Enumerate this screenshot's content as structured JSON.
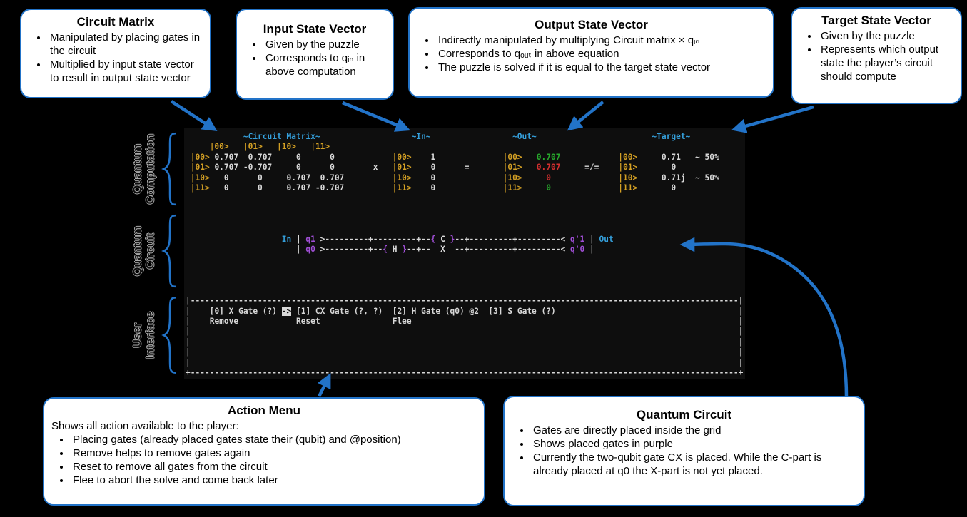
{
  "colors": {
    "accent_blue": "#2273c8",
    "terminal_header_blue": "#35a0dc",
    "ket_gold": "#d4a024",
    "value_white": "#d8d8d8",
    "ok_green": "#27a82c",
    "wrong_red": "#d22f2f",
    "gate_purple": "#a04fd6"
  },
  "callouts": {
    "circuit_matrix": {
      "title": "Circuit Matrix",
      "bullets": [
        "Manipulated by placing gates in the circuit",
        "Multiplied by input state vector to result in output state vector"
      ]
    },
    "input_state": {
      "title": "Input State Vector",
      "bullets": [
        "Given by the puzzle",
        "Corresponds to qᵢₙ in above computation"
      ]
    },
    "output_state": {
      "title": "Output State Vector",
      "bullets": [
        "Indirectly manipulated by multiplying Circuit matrix × qᵢₙ",
        "Corresponds to qₒᵤₜ in above equation",
        "The puzzle is solved if it is equal to the target state vector"
      ]
    },
    "target_state": {
      "title": "Target State Vector",
      "bullets": [
        "Given by the puzzle",
        "Represents which output state the player’s circuit should compute"
      ]
    },
    "action_menu": {
      "title": "Action Menu",
      "intro": "Shows all action available to the player:",
      "bullets": [
        "Placing gates (already placed gates state their (qubit) and @position)",
        "Remove helps to remove gates again",
        "Reset to remove all gates from the circuit",
        "Flee to abort the solve and come back later"
      ]
    },
    "quantum_circuit": {
      "title": "Quantum Circuit",
      "bullets": [
        "Gates are directly placed inside the grid",
        "Shows placed gates in purple",
        "Currently the two-qubit gate CX is placed. While the C-part is already placed at q0 the X-part is not yet placed."
      ]
    }
  },
  "section_labels": {
    "computation": {
      "line1": "Quantum",
      "line2": "Computation"
    },
    "circuit": {
      "line1": "Quantum",
      "line2": "Circuit"
    },
    "interface": {
      "line1": "User",
      "line2": "Interface"
    }
  },
  "terminal": {
    "lines": [
      [
        [
          "w",
          " ",
          12
        ],
        [
          "b",
          "~Circuit Matrix~"
        ],
        [
          "w",
          " ",
          19
        ],
        [
          "b",
          "~In~"
        ],
        [
          "w",
          " ",
          17
        ],
        [
          "b",
          "~Out~"
        ],
        [
          "w",
          " ",
          24
        ],
        [
          "b",
          "~Target~"
        ]
      ],
      [
        [
          "w",
          " ",
          5
        ],
        [
          "g",
          "|00>"
        ],
        [
          "w",
          "   "
        ],
        [
          "g",
          "|01>"
        ],
        [
          "w",
          "   "
        ],
        [
          "g",
          "|10>"
        ],
        [
          "w",
          "   "
        ],
        [
          "g",
          "|11>"
        ]
      ],
      [
        [
          "w",
          " "
        ],
        [
          "g",
          "|00>"
        ],
        [
          "w",
          " 0.707  0.707     0      0"
        ],
        [
          "w",
          " ",
          12
        ],
        [
          "g",
          "|00>"
        ],
        [
          "w",
          "    1"
        ],
        [
          "w",
          " ",
          14
        ],
        [
          "g",
          "|00>"
        ],
        [
          "G",
          "   0.707"
        ],
        [
          "w",
          " ",
          12
        ],
        [
          "g",
          "|00>"
        ],
        [
          "w",
          "     0.71   ~ 50%"
        ]
      ],
      [
        [
          "w",
          " "
        ],
        [
          "g",
          "|01>"
        ],
        [
          "w",
          " 0.707 -0.707     0      0"
        ],
        [
          "w",
          "        x"
        ],
        [
          "w",
          "   "
        ],
        [
          "g",
          "|01>"
        ],
        [
          "w",
          "    0"
        ],
        [
          "w",
          " ",
          6
        ],
        [
          "w",
          "="
        ],
        [
          "w",
          " ",
          7
        ],
        [
          "g",
          "|01>"
        ],
        [
          "r",
          "   0.707"
        ],
        [
          "w",
          " ",
          5
        ],
        [
          "w",
          "=/="
        ],
        [
          "w",
          "    "
        ],
        [
          "g",
          "|01>"
        ],
        [
          "w",
          "       0"
        ]
      ],
      [
        [
          "w",
          " "
        ],
        [
          "g",
          "|10>"
        ],
        [
          "w",
          "   0      0     0.707  0.707"
        ],
        [
          "w",
          " ",
          10
        ],
        [
          "g",
          "|10>"
        ],
        [
          "w",
          "    0"
        ],
        [
          "w",
          " ",
          14
        ],
        [
          "g",
          "|10>"
        ],
        [
          "r",
          "     0"
        ],
        [
          "w",
          " ",
          14
        ],
        [
          "g",
          "|10>"
        ],
        [
          "w",
          "     0.71j  ~ 50%"
        ]
      ],
      [
        [
          "w",
          " "
        ],
        [
          "g",
          "|11>"
        ],
        [
          "w",
          "   0      0     0.707 -0.707"
        ],
        [
          "w",
          " ",
          10
        ],
        [
          "g",
          "|11>"
        ],
        [
          "w",
          "    0"
        ],
        [
          "w",
          " ",
          14
        ],
        [
          "g",
          "|11>"
        ],
        [
          "G",
          "     0"
        ],
        [
          "w",
          " ",
          14
        ],
        [
          "g",
          "|11>"
        ],
        [
          "w",
          "       0"
        ]
      ],
      [],
      [],
      [],
      [],
      [
        [
          "w",
          " ",
          20
        ],
        [
          "b",
          "In"
        ],
        [
          "w",
          " | "
        ],
        [
          "p",
          "q1"
        ],
        [
          "w",
          " >"
        ],
        [
          "w",
          "-",
          9
        ],
        [
          "w",
          "+"
        ],
        [
          "w",
          "-",
          9
        ],
        [
          "w",
          "+--"
        ],
        [
          "p",
          "{"
        ],
        [
          "w",
          " C "
        ],
        [
          "p",
          "}"
        ],
        [
          "w",
          "--+"
        ],
        [
          "w",
          "-",
          9
        ],
        [
          "w",
          "+"
        ],
        [
          "w",
          "-",
          9
        ],
        [
          "w",
          "< "
        ],
        [
          "p",
          "q'1"
        ],
        [
          "w",
          " | "
        ],
        [
          "b",
          "Out"
        ]
      ],
      [
        [
          "w",
          " ",
          20
        ],
        [
          "w",
          "   | "
        ],
        [
          "p",
          "q0"
        ],
        [
          "w",
          " >"
        ],
        [
          "w",
          "-",
          9
        ],
        [
          "w",
          "+--"
        ],
        [
          "p",
          "{"
        ],
        [
          "w",
          " H "
        ],
        [
          "p",
          "}"
        ],
        [
          "w",
          "--+--  X  --+"
        ],
        [
          "w",
          "-",
          9
        ],
        [
          "w",
          "+"
        ],
        [
          "w",
          "-",
          9
        ],
        [
          "w",
          "< "
        ],
        [
          "p",
          "q'0"
        ],
        [
          "w",
          " |"
        ]
      ],
      [],
      [],
      [],
      [],
      [
        [
          "w",
          "|"
        ],
        [
          "w",
          "-",
          114
        ],
        [
          "w",
          "|"
        ]
      ],
      [
        [
          "w",
          "|"
        ],
        [
          "w",
          " ",
          4
        ],
        [
          "w",
          "[0] X Gate (?)"
        ],
        [
          "w",
          " "
        ],
        [
          "i",
          "->"
        ],
        [
          "w",
          " [1] CX Gate (?, ?)"
        ],
        [
          "w",
          "  "
        ],
        [
          "w",
          "[2] H Gate (q0) @2"
        ],
        [
          "w",
          "  "
        ],
        [
          "w",
          "[3] S Gate (?)"
        ],
        [
          "w",
          " ",
          38
        ],
        [
          "w",
          "|"
        ]
      ],
      [
        [
          "w",
          "|"
        ],
        [
          "w",
          " ",
          4
        ],
        [
          "w",
          "Remove"
        ],
        [
          "w",
          " ",
          12
        ],
        [
          "w",
          "Reset"
        ],
        [
          "w",
          " ",
          15
        ],
        [
          "w",
          "Flee"
        ],
        [
          "w",
          " ",
          68
        ],
        [
          "w",
          "|"
        ]
      ],
      [
        [
          "w",
          "|"
        ],
        [
          "w",
          " ",
          114
        ],
        [
          "w",
          "|"
        ]
      ],
      [
        [
          "w",
          "|"
        ],
        [
          "w",
          " ",
          114
        ],
        [
          "w",
          "|"
        ]
      ],
      [
        [
          "w",
          "|"
        ],
        [
          "w",
          " ",
          114
        ],
        [
          "w",
          "|"
        ]
      ],
      [
        [
          "w",
          "|"
        ],
        [
          "w",
          " ",
          114
        ],
        [
          "w",
          "|"
        ]
      ],
      [
        [
          "w",
          "+"
        ],
        [
          "w",
          "-",
          114
        ],
        [
          "w",
          "+"
        ]
      ]
    ]
  }
}
